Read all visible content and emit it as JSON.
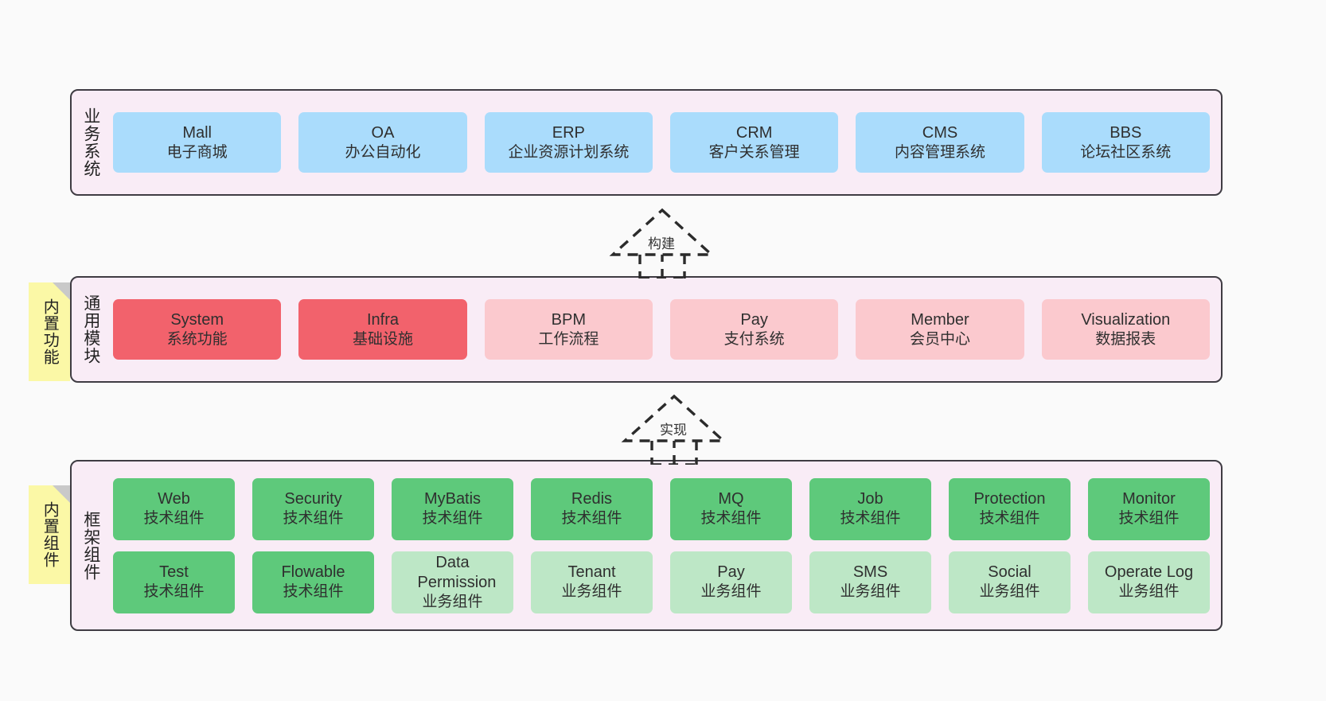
{
  "diagram": {
    "background_color": "#fafafa",
    "container_fill": "#f9ecf6",
    "container_border": "#3f3c43",
    "note_fill": "#fbf8a6"
  },
  "layers": [
    {
      "id": "business-system",
      "title": "业务系统",
      "box_color": "#aadcfc",
      "rows": [
        {
          "cells": [
            {
              "en": "Mall",
              "cn": "电子商城"
            },
            {
              "en": "OA",
              "cn": "办公自动化"
            },
            {
              "en": "ERP",
              "cn": "企业资源计划系统"
            },
            {
              "en": "CRM",
              "cn": "客户关系管理"
            },
            {
              "en": "CMS",
              "cn": "内容管理系统"
            },
            {
              "en": "BBS",
              "cn": "论坛社区系统"
            }
          ]
        }
      ]
    },
    {
      "id": "common-module",
      "title": "通用模块",
      "note": "内置功能",
      "rows": [
        {
          "cells": [
            {
              "en": "System",
              "cn": "系统功能",
              "color": "#f2626c"
            },
            {
              "en": "Infra",
              "cn": "基础设施",
              "color": "#f2626c"
            },
            {
              "en": "BPM",
              "cn": "工作流程",
              "color": "#fbc9ce"
            },
            {
              "en": "Pay",
              "cn": "支付系统",
              "color": "#fbc9ce"
            },
            {
              "en": "Member",
              "cn": "会员中心",
              "color": "#fbc9ce"
            },
            {
              "en": "Visualization",
              "cn": "数据报表",
              "color": "#fbc9ce"
            }
          ]
        }
      ]
    },
    {
      "id": "framework-component",
      "title": "框架组件",
      "note": "内置组件",
      "rows": [
        {
          "cells": [
            {
              "en": "Web",
              "cn": "技术组件",
              "color": "#5ec97b"
            },
            {
              "en": "Security",
              "cn": "技术组件",
              "color": "#5ec97b"
            },
            {
              "en": "MyBatis",
              "cn": "技术组件",
              "color": "#5ec97b"
            },
            {
              "en": "Redis",
              "cn": "技术组件",
              "color": "#5ec97b"
            },
            {
              "en": "MQ",
              "cn": "技术组件",
              "color": "#5ec97b"
            },
            {
              "en": "Job",
              "cn": "技术组件",
              "color": "#5ec97b"
            },
            {
              "en": "Protection",
              "cn": "技术组件",
              "color": "#5ec97b"
            },
            {
              "en": "Monitor",
              "cn": "技术组件",
              "color": "#5ec97b"
            }
          ]
        },
        {
          "cells": [
            {
              "en": "Test",
              "cn": "技术组件",
              "color": "#5ec97b"
            },
            {
              "en": "Flowable",
              "cn": "技术组件",
              "color": "#5ec97b"
            },
            {
              "en": "Data Permission",
              "cn": "业务组件",
              "color": "#bde7c6"
            },
            {
              "en": "Tenant",
              "cn": "业务组件",
              "color": "#bde7c6"
            },
            {
              "en": "Pay",
              "cn": "业务组件",
              "color": "#bde7c6"
            },
            {
              "en": "SMS",
              "cn": "业务组件",
              "color": "#bde7c6"
            },
            {
              "en": "Social",
              "cn": "业务组件",
              "color": "#bde7c6"
            },
            {
              "en": "Operate Log",
              "cn": "业务组件",
              "color": "#bde7c6"
            }
          ]
        }
      ]
    }
  ],
  "connectors": [
    {
      "id": "build",
      "label": "构建"
    },
    {
      "id": "implement",
      "label": "实现"
    }
  ]
}
